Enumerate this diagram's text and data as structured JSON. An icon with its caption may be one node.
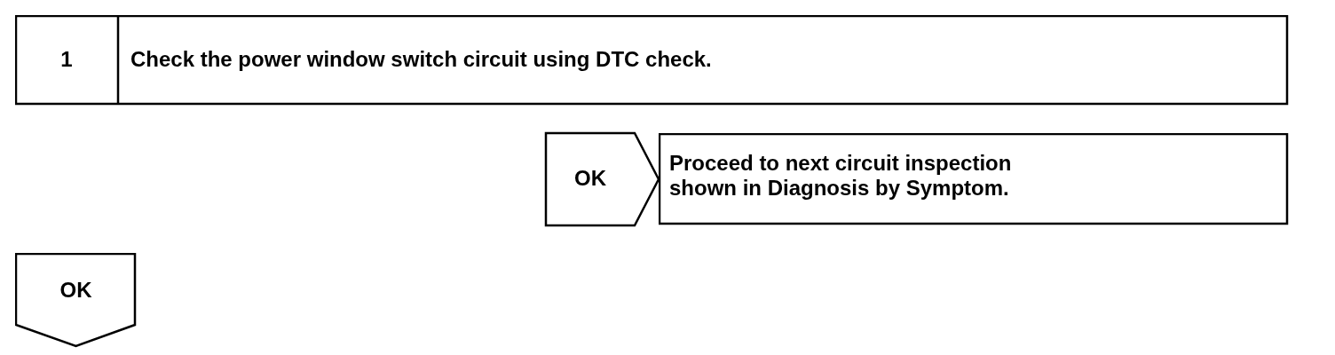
{
  "diagram": {
    "nodes": [
      {
        "text": [
          "1",
          "Check the power window switch circuit using DTC check."
        ]
      },
      {
        "text": [
          "Proceed to next circuit inspection shown in Diagnosis by Symptom."
        ]
      },
      {
        "text": [
          "OK"
        ]
      }
    ],
    "edges": [
      {
        "from": 0,
        "to": 1,
        "arrow": "to",
        "label": "OK"
      }
    ]
  }
}
